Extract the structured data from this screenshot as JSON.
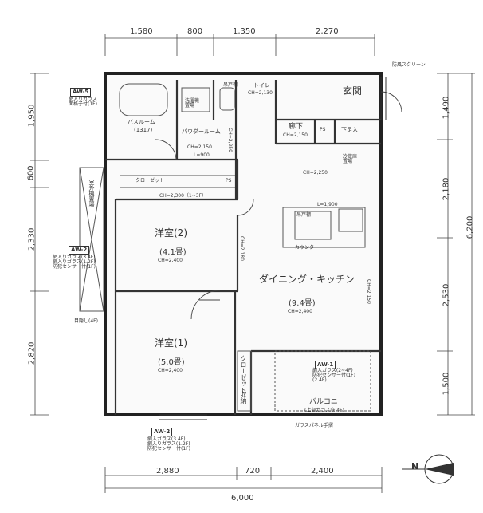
{
  "dimensions": {
    "top": [
      "1,580",
      "800",
      "1,350",
      "2,270"
    ],
    "left": [
      "1,950",
      "600",
      "2,330",
      "2,820"
    ],
    "right_inner": [
      "1,490",
      "2,180",
      "2,530",
      "1,500"
    ],
    "right_total": "6,200",
    "bottom": [
      "2,880",
      "720",
      "2,400"
    ],
    "bottom_total": "6,000"
  },
  "rooms": {
    "bathroom": {
      "name": "バスルーム",
      "size": "(1317)"
    },
    "washer": "洗濯機\n置場",
    "powder": {
      "name": "パウダールーム",
      "ch": "CH=2,150",
      "l": "L=900"
    },
    "toilet": {
      "name": "トイレ",
      "ch": "CH=2,130"
    },
    "storage_small": "吊戸棚",
    "entrance": "玄関",
    "hallway": {
      "name": "廊下",
      "ch": "CH=2,150"
    },
    "shoe": "下足入",
    "ps1": "PS",
    "ps2": "PS",
    "fridge": "冷蔵庫\n置場",
    "ch_hall": "CH=2,250",
    "closet_top": "クローゼット",
    "closet_ch": "CH=2,300（1~3F）",
    "western2": {
      "name": "洋室(2)",
      "size": "(4.1畳)",
      "ch": "CH=2,400"
    },
    "western1": {
      "name": "洋室(1)",
      "size": "(5.0畳)",
      "ch": "CH=2,400"
    },
    "ldk": {
      "name": "ダイニング・キッチン",
      "size": "(9.4畳)",
      "ch": "CH=2,400"
    },
    "kitchen_cabinet": "吊戸棚",
    "kitchen_l": "L=1,900",
    "counter": "カウンター",
    "ch_2180": "CH=2,180",
    "ch_2150": "CH=2,150",
    "ch_2250": "CH=2,250",
    "closet_small": "クローゼット",
    "storage": "収納",
    "balcony": {
      "name": "バルコニー",
      "sub": "(上部ガラス庇:4F)"
    },
    "outdoor_unit": "室外機置場",
    "blind": "目隠し(4F)"
  },
  "windows": {
    "aw5": {
      "code": "AW-5",
      "desc": "網入りガラス\n面格子付(1F)"
    },
    "aw2_left": {
      "code": "AW-2",
      "desc": "網入りガラス(3.4F)\n網入りガラス(1.2F)\n防犯センサー付(1F)"
    },
    "aw1": {
      "code": "AW-1",
      "desc": "網入ガラス(2~4F)\n防犯センサー付(1F)\n(2.4F)"
    },
    "aw2_bottom": {
      "code": "AW-2",
      "desc": "網入ガラス(3.4F)\n網入りガラス(1.2F)\n防犯センサー付(1F)"
    }
  },
  "notes": {
    "screen": "防風スクリーン",
    "glass_panel": "ガラスパネル手摺"
  },
  "compass": "N"
}
